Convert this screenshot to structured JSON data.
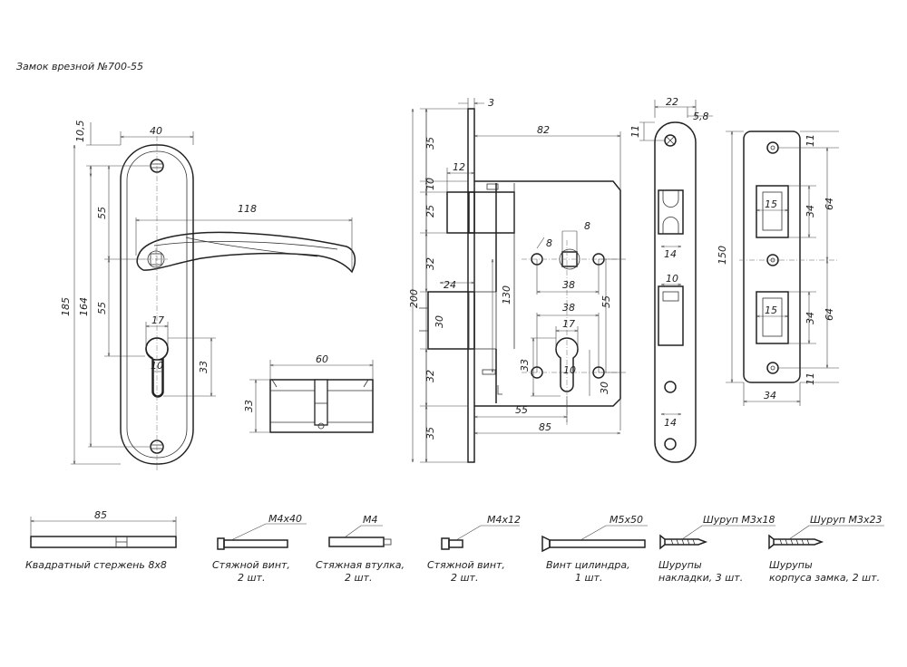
{
  "title": "Замок врезной №700-55",
  "handle": {
    "dims": [
      "40",
      "10,5",
      "55",
      "55",
      "185",
      "164",
      "118",
      "17",
      "10",
      "33"
    ]
  },
  "cylinder": {
    "dims": [
      "60",
      "33"
    ]
  },
  "lock_body": {
    "dims": [
      "3",
      "82",
      "12",
      "35",
      "10",
      "25",
      "32",
      "24",
      "30",
      "32",
      "35",
      "200",
      "130",
      "8",
      "8",
      "38",
      "38",
      "55",
      "17",
      "10",
      "33",
      "30",
      "55",
      "85"
    ]
  },
  "faceplate": {
    "dims": [
      "22",
      "5,8",
      "11",
      "14",
      "10",
      "14"
    ]
  },
  "strike_plate": {
    "dims": [
      "11",
      "15",
      "34",
      "64",
      "150",
      "15",
      "34",
      "64",
      "11",
      "34"
    ]
  },
  "parts": [
    {
      "dim": "85",
      "label1": "Квадратный стержень 8х8",
      "label2": ""
    },
    {
      "dim": "М4х40",
      "label1": "Стяжной винт,",
      "label2": "2 шт."
    },
    {
      "dim": "М4",
      "label1": "Стяжная втулка,",
      "label2": "2 шт."
    },
    {
      "dim": "М4х12",
      "label1": "Стяжной винт,",
      "label2": "2 шт."
    },
    {
      "dim": "М5х50",
      "label1": "Винт цилиндра,",
      "label2": "1 шт."
    },
    {
      "dim": "Шуруп М3х18",
      "label1": "Шурупы",
      "label2": "накладки, 3 шт."
    },
    {
      "dim": "Шуруп М3х23",
      "label1": "Шурупы",
      "label2": "корпуса замка, 2 шт."
    }
  ]
}
